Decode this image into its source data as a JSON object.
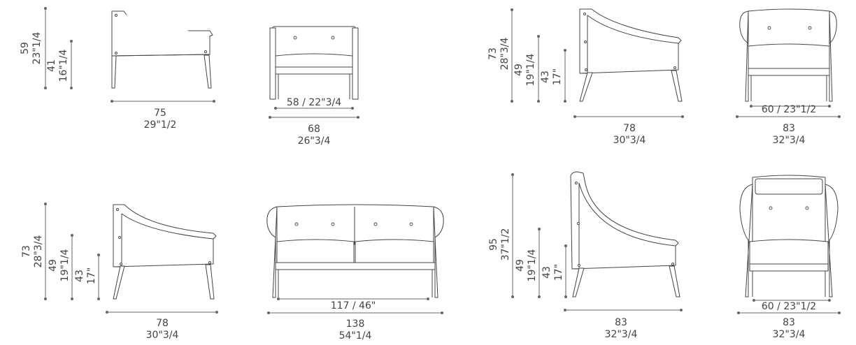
{
  "drawing": {
    "colors": {
      "line": "#444444",
      "dimension": "#666666",
      "background": "#ffffff"
    },
    "armchair_low": {
      "side_height_total_cm": "59",
      "side_height_total_in": "23\"1/4",
      "seat_height_cm": "41",
      "seat_height_in": "16\"1/4",
      "depth_cm": "75",
      "depth_in": "29\"1/2",
      "inner_width": "58 / 22\"3/4",
      "width_cm": "68",
      "width_in": "26\"3/4"
    },
    "armchair_medium": {
      "height_total_cm": "73",
      "height_total_in": "28\"3/4",
      "arm_height_cm": "49",
      "arm_height_in": "19\"1/4",
      "seat_height_cm": "43",
      "seat_height_in": "17\"",
      "depth_cm": "78",
      "depth_in": "30\"3/4",
      "inner_width": "60 / 23\"1/2",
      "width_cm": "83",
      "width_in": "32\"3/4"
    },
    "sofa": {
      "height_total_cm": "73",
      "height_total_in": "28\"3/4",
      "arm_height_cm": "49",
      "arm_height_in": "19\"1/4",
      "seat_height_cm": "43",
      "seat_height_in": "17\"",
      "depth_cm": "78",
      "depth_in": "30\"3/4",
      "inner_width": "117 / 46\"",
      "width_cm": "138",
      "width_in": "54\"1/4"
    },
    "armchair_high": {
      "height_total_cm": "95",
      "height_total_in": "37\"1/2",
      "arm_height_cm": "49",
      "arm_height_in": "19\"1/4",
      "seat_height_cm": "43",
      "seat_height_in": "17\"",
      "depth_cm": "83",
      "depth_in": "32\"3/4",
      "inner_width": "60 / 23\"1/2",
      "width_cm": "83",
      "width_in": "32\"3/4"
    }
  }
}
